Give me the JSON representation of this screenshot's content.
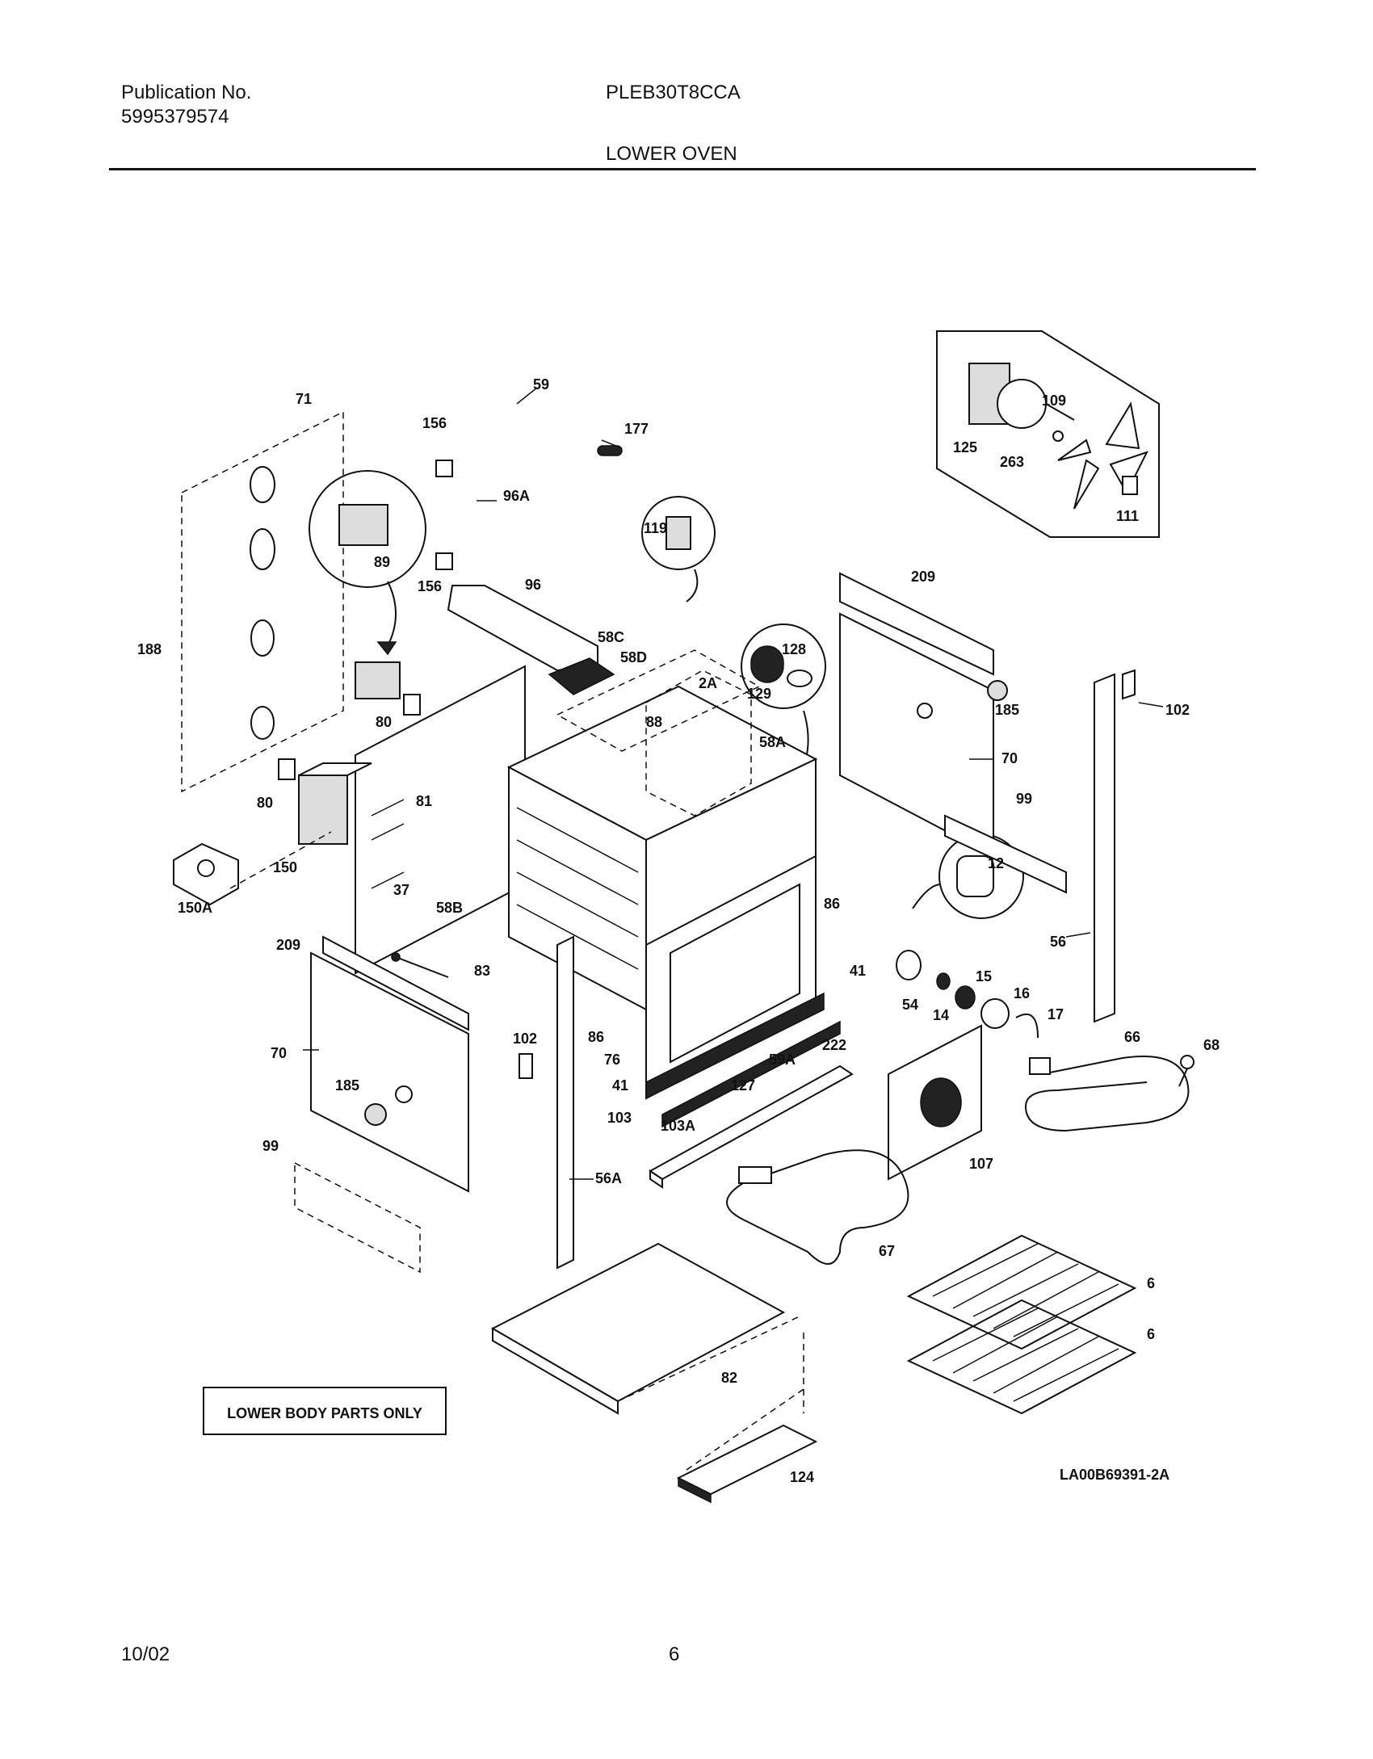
{
  "header": {
    "publication_label": "Publication No.",
    "publication_number": "5995379574",
    "model": "PLEB30T8CCA",
    "section_title": "LOWER OVEN"
  },
  "footer": {
    "date": "10/02",
    "page_number": "6"
  },
  "diagram": {
    "note_box": "LOWER BODY PARTS ONLY",
    "drawing_id": "LA00B69391-2A",
    "callouts": {
      "c71": "71",
      "c59": "59",
      "c156a": "156",
      "c177": "177",
      "c96a_tube": "96A",
      "c89": "89",
      "c156b": "156",
      "c96": "96",
      "c119": "119",
      "c58c": "58C",
      "c58d": "58D",
      "c128": "128",
      "c129": "129",
      "c2a": "2A",
      "c88": "88",
      "c58a": "58A",
      "c188": "188",
      "c80a": "80",
      "c80b": "80",
      "c81": "81",
      "c150": "150",
      "c150a": "150A",
      "c58b": "58B",
      "c83": "83",
      "c37": "37",
      "c209a": "209",
      "c209b": "209",
      "c185a": "185",
      "c185b": "185",
      "c102a": "102",
      "c102b": "102",
      "c70a": "70",
      "c70b": "70",
      "c99a": "99",
      "c99b": "99",
      "c12": "12",
      "c86a": "86",
      "c86b": "86",
      "c41a": "41",
      "c41b": "41",
      "c56": "56",
      "c56a": "56A",
      "c54": "54",
      "c14": "14",
      "c15": "15",
      "c16": "16",
      "c17": "17",
      "c66": "66",
      "c68": "68",
      "c76": "76",
      "c59a": "59A",
      "c222": "222",
      "c127": "127",
      "c103": "103",
      "c103a": "103A",
      "c107": "107",
      "c67": "67",
      "c6a": "6",
      "c6b": "6",
      "c82": "82",
      "c124": "124",
      "c125": "125",
      "c109": "109",
      "c263": "263",
      "c111": "111"
    }
  }
}
